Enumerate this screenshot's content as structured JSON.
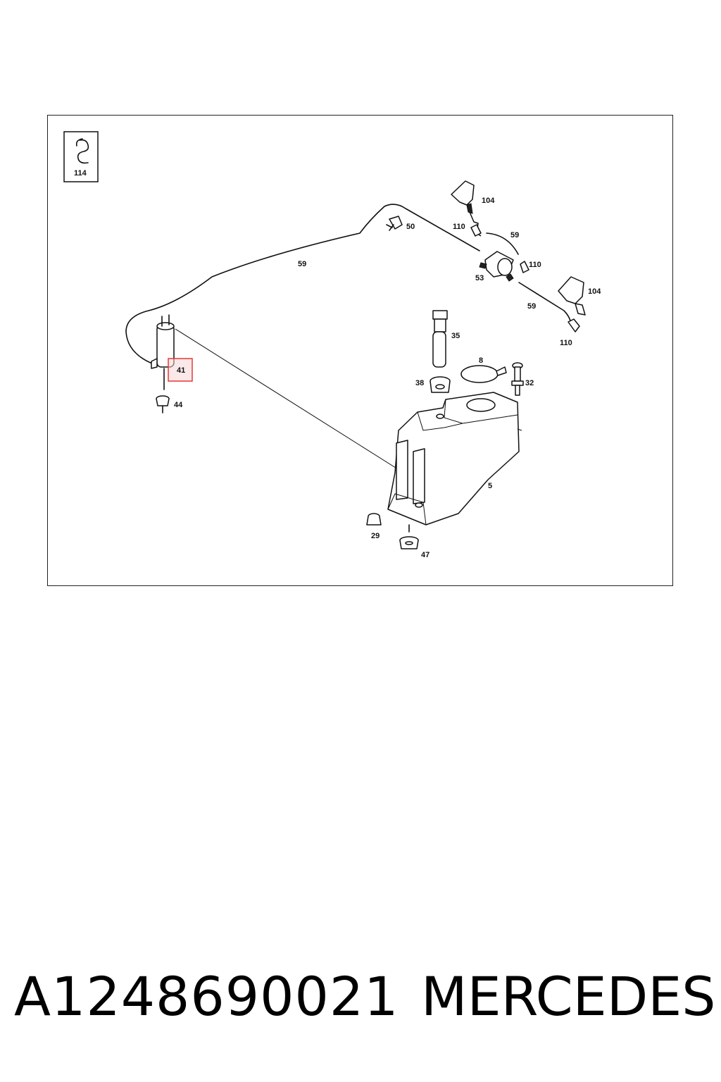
{
  "diagram": {
    "legend_box_label": "114",
    "callouts": {
      "c104a": "104",
      "c110a": "110",
      "c59a": "59",
      "c50": "50",
      "c59b": "59",
      "c110b": "110",
      "c53": "53",
      "c104b": "104",
      "c59c": "59",
      "c110c": "110",
      "c35": "35",
      "c41": "41",
      "c8": "8",
      "c38": "38",
      "c32": "32",
      "c44": "44",
      "c5": "5",
      "c29": "29",
      "c47": "47"
    },
    "highlight_color": "#e53935"
  },
  "footer": {
    "part_number": "A1248690021",
    "brand": "MERCEDES"
  }
}
